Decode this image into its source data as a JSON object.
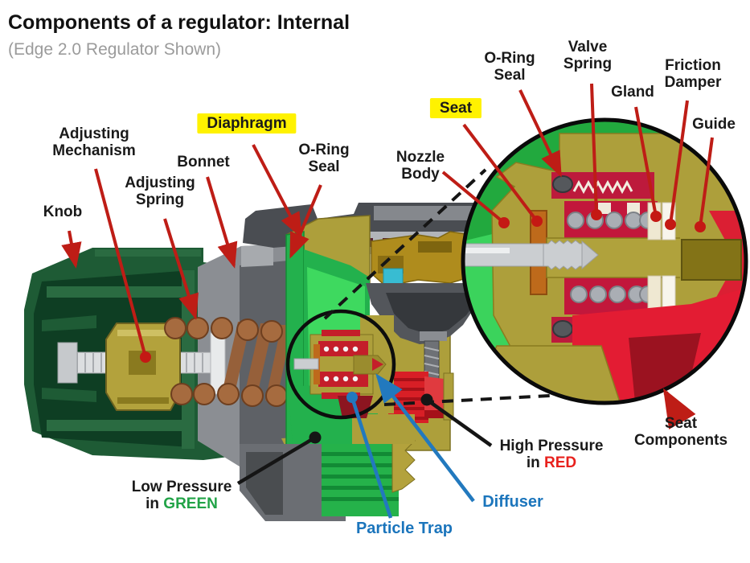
{
  "title": "Components of a regulator: Internal",
  "subtitle": "(Edge 2.0 Regulator Shown)",
  "labels": {
    "knob": "Knob",
    "adjusting_mechanism": "Adjusting Mechanism",
    "adjusting_spring": "Adjusting Spring",
    "bonnet": "Bonnet",
    "diaphragm": "Diaphragm",
    "oring_seal_left": "O-Ring Seal",
    "nozzle_body": "Nozzle Body",
    "seat": "Seat",
    "oring_seal_right": "O-Ring Seal",
    "valve_spring": "Valve Spring",
    "gland": "Gland",
    "friction_damper": "Friction Damper",
    "guide": "Guide",
    "seat_components": "Seat Components",
    "high_pressure_line1": "High Pressure",
    "high_pressure_prefix": "in ",
    "high_pressure_word": "RED",
    "low_pressure_line1": "Low Pressure",
    "low_pressure_prefix": "in ",
    "low_pressure_word": "GREEN",
    "particle_trap": "Particle Trap",
    "diffuser": "Diffuser"
  },
  "colors": {
    "highlight_yellow": "#FFF200",
    "leader_red": "#BE1D16",
    "label_blue": "#1B75BC",
    "red_text": "#E8211D",
    "green_text": "#21A347",
    "high_pressure_fill": "#D81F26",
    "low_pressure_fill": "#23B14D",
    "body_khaki": "#AD9F3B",
    "knob_green": "#1E5B35",
    "bonnet_gray": "#8B8E93"
  }
}
